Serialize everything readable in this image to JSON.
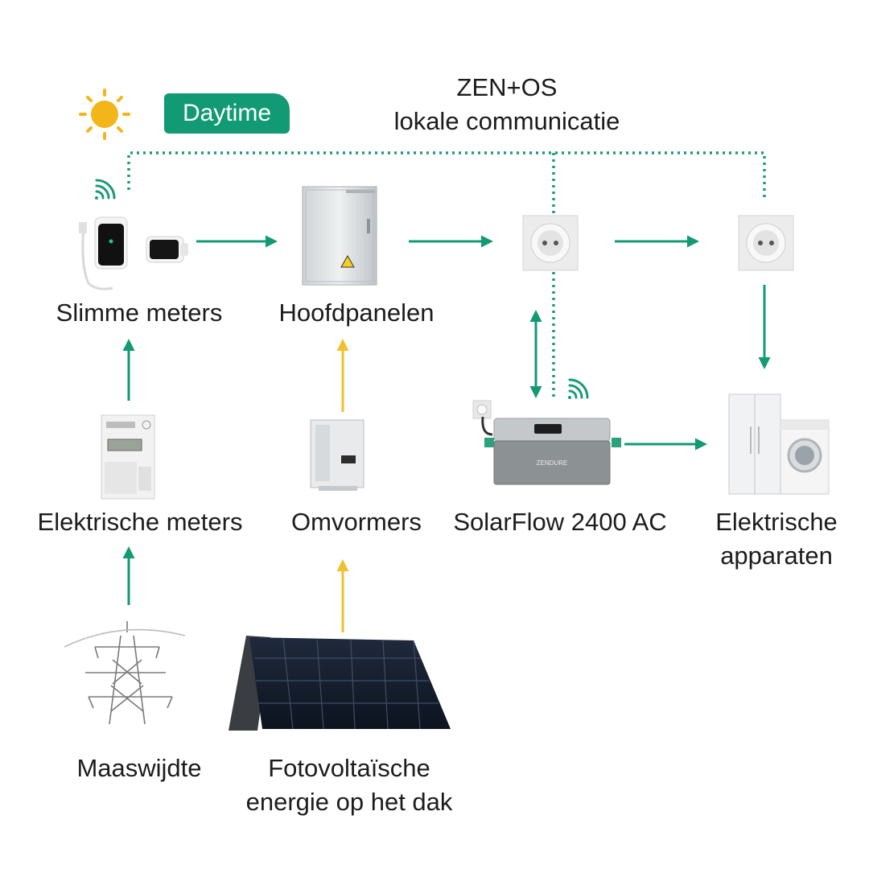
{
  "badge": {
    "daytime": "Daytime"
  },
  "header": {
    "line1": "ZEN+OS",
    "line2": "lokale communicatie"
  },
  "labels": {
    "smart_meters": "Slimme meters",
    "main_panels": "Hoofdpanelen",
    "electric_meters": "Elektrische meters",
    "inverters": "Omvormers",
    "solarflow": "SolarFlow 2400 AC",
    "appliances_1": "Elektrische",
    "appliances_2": "apparaten",
    "grid": "Maaswijdte",
    "pv_1": "Fotovoltaïsche",
    "pv_2": "energie op het dak"
  },
  "device_text": {
    "brand": "ZENDURE"
  },
  "colors": {
    "green": "#119a73",
    "yellow": "#efc12e",
    "sun": "#f2b61a",
    "dotted": "#1d9a78"
  },
  "icons": [
    "sun-icon",
    "wifi-icon",
    "smart-meter-icon",
    "smart-plug-icon",
    "electrical-cabinet-icon",
    "wall-socket-icon",
    "electric-meter-icon",
    "inverter-icon",
    "solarflow-battery-icon",
    "refrigerator-icon",
    "washing-machine-icon",
    "power-pylon-icon",
    "solar-roof-icon"
  ]
}
